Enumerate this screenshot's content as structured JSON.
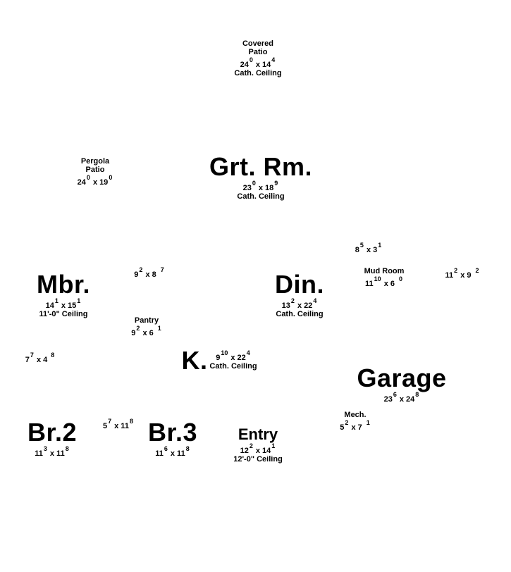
{
  "rooms": {
    "covered_patio": {
      "name1": "Covered",
      "name2": "Patio",
      "w": "24",
      "ws": "0",
      "h": "14",
      "hs": "4",
      "note": "Cath. Ceiling"
    },
    "great_room": {
      "name": "Grt. Rm.",
      "w": "23",
      "ws": "0",
      "h": "18",
      "hs": "9",
      "note": "Cath. Ceiling"
    },
    "pergola_patio": {
      "name1": "Pergola",
      "name2": "Patio",
      "w": "24",
      "ws": "0",
      "h": "19",
      "hs": "0"
    },
    "unnamed_8x3": {
      "w": "8",
      "ws": "5",
      "h": "3",
      "hs": "1"
    },
    "unnamed_9x8": {
      "w": "9",
      "ws": "2",
      "h": "8",
      "hs": "7"
    },
    "master_bedroom": {
      "name": "Mbr.",
      "w": "14",
      "ws": "1",
      "h": "15",
      "hs": "1",
      "note": "11'-0\" Ceiling"
    },
    "dining": {
      "name": "Din.",
      "w": "13",
      "ws": "2",
      "h": "22",
      "hs": "4",
      "note": "Cath. Ceiling"
    },
    "mud_room": {
      "name": "Mud Room",
      "w": "11",
      "ws": "10",
      "h": "6",
      "hs": "0"
    },
    "unnamed_11x9": {
      "w": "11",
      "ws": "2",
      "h": "9",
      "hs": "2"
    },
    "pantry": {
      "name": "Pantry",
      "w": "9",
      "ws": "2",
      "h": "6",
      "hs": "1"
    },
    "unnamed_7x4": {
      "w": "7",
      "ws": "7",
      "h": "4",
      "hs": "8"
    },
    "kitchen": {
      "name": "K.",
      "w": "9",
      "ws": "10",
      "h": "22",
      "hs": "4",
      "note": "Cath. Ceiling"
    },
    "garage": {
      "name": "Garage",
      "w": "23",
      "ws": "6",
      "h": "24",
      "hs": "8"
    },
    "mechanical": {
      "name": "Mech.",
      "w": "5",
      "ws": "2",
      "h": "7",
      "hs": "1"
    },
    "bedroom_2": {
      "name": "Br.2",
      "w": "11",
      "ws": "3",
      "h": "11",
      "hs": "8"
    },
    "unnamed_5x11": {
      "w": "5",
      "ws": "7",
      "h": "11",
      "hs": "8"
    },
    "bedroom_3": {
      "name": "Br.3",
      "w": "11",
      "ws": "6",
      "h": "11",
      "hs": "8"
    },
    "entry": {
      "name": "Entry",
      "w": "12",
      "ws": "2",
      "h": "14",
      "hs": "1",
      "note": "12'-0\" Ceiling"
    }
  },
  "separator": "x"
}
